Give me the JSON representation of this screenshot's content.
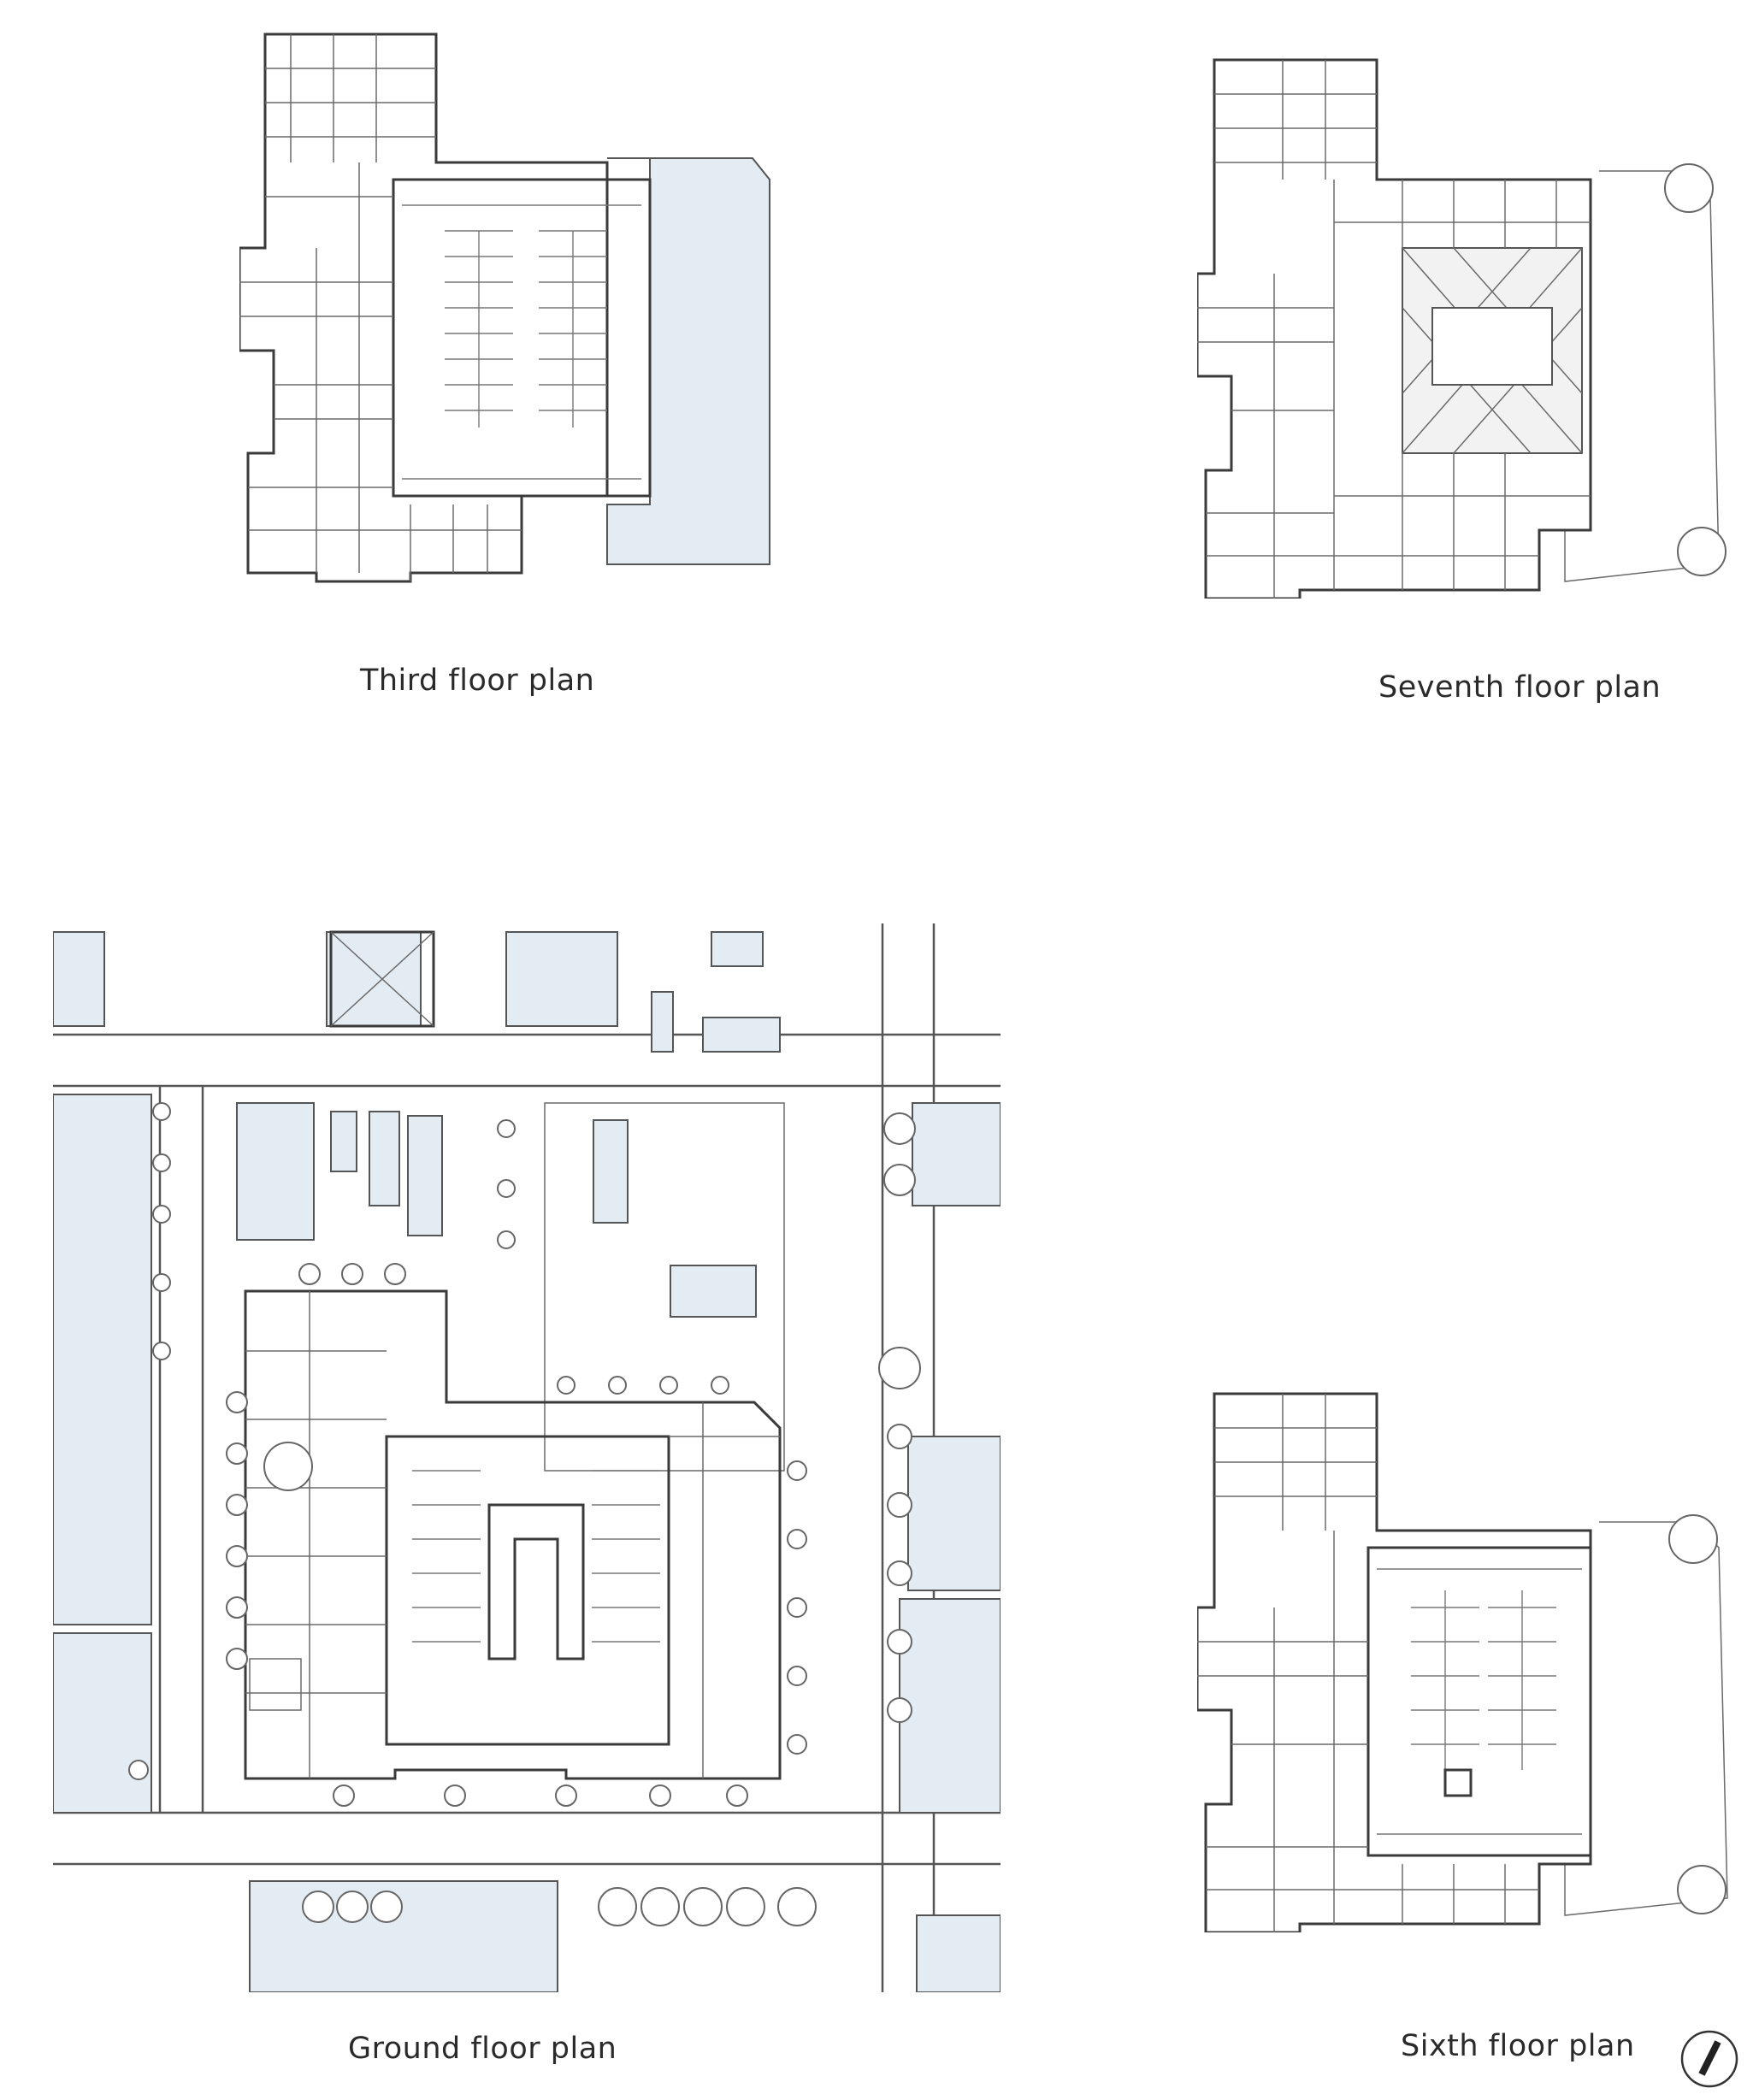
{
  "captions": {
    "third": "Third floor plan",
    "seventh": "Seventh floor plan",
    "ground": "Ground floor plan",
    "sixth": "Sixth floor plan"
  },
  "colors": {
    "paper": "#ffffff",
    "line": "#3a3a3a",
    "light_blue_fill": "#e3ebf3"
  },
  "icons": {
    "north_arrow": "north-arrow-icon"
  }
}
